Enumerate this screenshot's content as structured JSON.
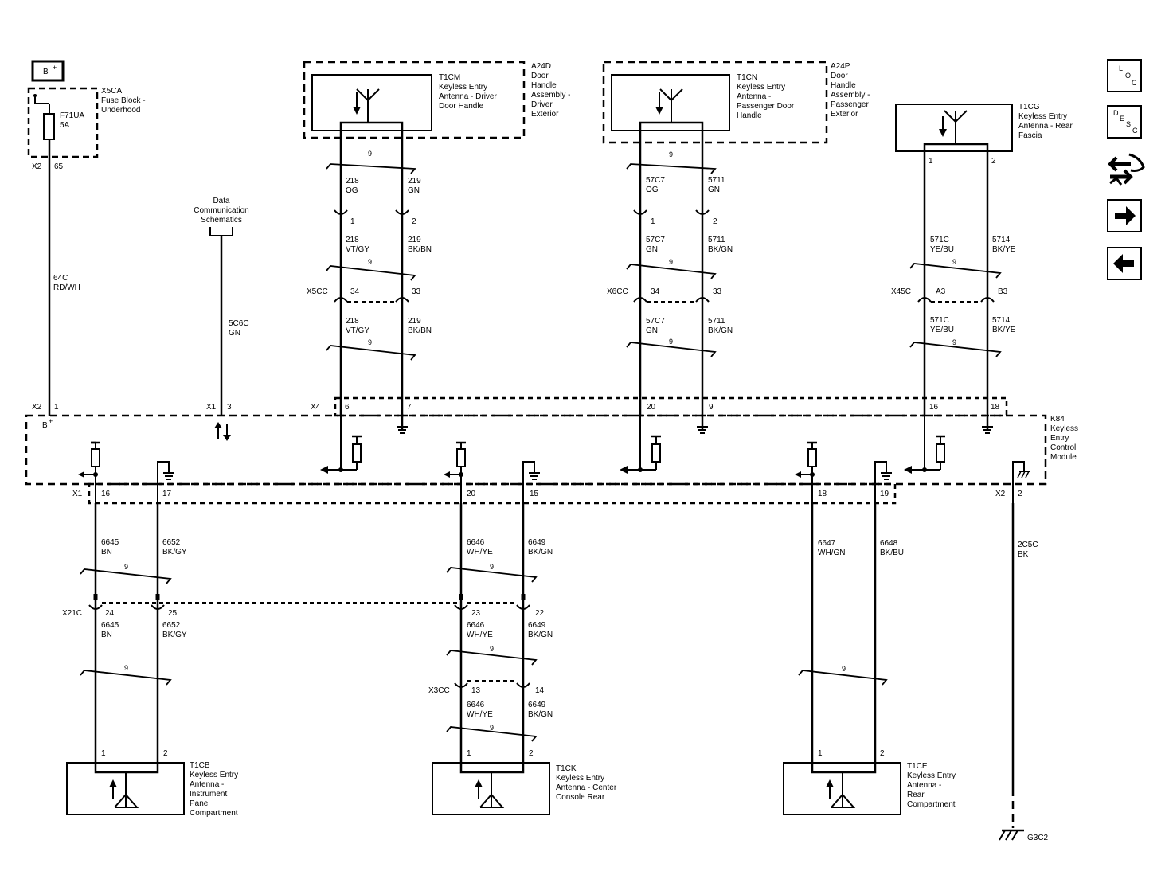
{
  "power": {
    "badge": "B",
    "badge_sup": "+"
  },
  "fuse_block": {
    "ref": "X5CA",
    "name": [
      "Fuse Block -",
      "Underhood"
    ],
    "fuse": [
      "F71UA",
      "5A"
    ],
    "conn": "X2",
    "pin": "65"
  },
  "power_circuit": {
    "circuit": "64C",
    "color": "RD/WH"
  },
  "data_comm": {
    "label": [
      "Data",
      "Communication",
      "Schematics"
    ],
    "circuit": "5C6C",
    "color": "GN"
  },
  "module": {
    "ref": "K84",
    "name": [
      "Keyless",
      "Entry",
      "Control",
      "Module"
    ],
    "top_pins": [
      {
        "conn": "X2",
        "pin": "1"
      },
      {
        "conn": "X1",
        "pin": "3"
      },
      {
        "conn": "X4",
        "pin": "6"
      },
      {
        "conn": "",
        "pin": "7"
      },
      {
        "conn": "",
        "pin": "20"
      },
      {
        "conn": "",
        "pin": "9"
      },
      {
        "conn": "",
        "pin": "16"
      },
      {
        "conn": "",
        "pin": "18"
      }
    ],
    "bottom_pins": [
      {
        "conn": "X1",
        "pin": "16"
      },
      {
        "conn": "",
        "pin": "17"
      },
      {
        "conn": "",
        "pin": "20"
      },
      {
        "conn": "",
        "pin": "15"
      },
      {
        "conn": "",
        "pin": "18"
      },
      {
        "conn": "",
        "pin": "19"
      },
      {
        "conn": "X2",
        "pin": "2"
      }
    ],
    "bplus": "B",
    "bplus_sup": "+"
  },
  "upper_antennas": [
    {
      "ref": "T1CM",
      "name": [
        "Keyless Entry",
        "Antenna - Driver",
        "Door Handle"
      ],
      "assembly_ref": "A24D",
      "assembly": [
        "Door",
        "Handle",
        "Assembly -",
        "Driver",
        "Exterior"
      ],
      "twist": "9",
      "wires_top": [
        {
          "circuit": "218",
          "color": "OG"
        },
        {
          "circuit": "219",
          "color": "GN"
        }
      ],
      "pins_top": [
        "1",
        "2"
      ],
      "wires_mid": [
        {
          "circuit": "218",
          "color": "VT/GY"
        },
        {
          "circuit": "219",
          "color": "BK/BN"
        }
      ],
      "inline_conn": "X5CC",
      "inline_pins": [
        "34",
        "33"
      ],
      "wires_low": [
        {
          "circuit": "218",
          "color": "VT/GY"
        },
        {
          "circuit": "219",
          "color": "BK/BN"
        }
      ]
    },
    {
      "ref": "T1CN",
      "name": [
        "Keyless Entry",
        "Antenna -",
        "Passenger Door",
        "Handle"
      ],
      "assembly_ref": "A24P",
      "assembly": [
        "Door",
        "Handle",
        "Assembly -",
        "Passenger",
        "Exterior"
      ],
      "twist": "9",
      "wires_top": [
        {
          "circuit": "57C7",
          "color": "OG"
        },
        {
          "circuit": "5711",
          "color": "GN"
        }
      ],
      "pins_top": [
        "1",
        "2"
      ],
      "wires_mid": [
        {
          "circuit": "57C7",
          "color": "GN"
        },
        {
          "circuit": "5711",
          "color": "BK/GN"
        }
      ],
      "inline_conn": "X6CC",
      "inline_pins": [
        "34",
        "33"
      ],
      "wires_low": [
        {
          "circuit": "57C7",
          "color": "GN"
        },
        {
          "circuit": "5711",
          "color": "BK/GN"
        }
      ]
    },
    {
      "ref": "T1CG",
      "name": [
        "Keyless Entry",
        "Antenna - Rear",
        "Fascia"
      ],
      "twist": "9",
      "pins_top": [
        "1",
        "2"
      ],
      "wires_mid": [
        {
          "circuit": "571C",
          "color": "YE/BU"
        },
        {
          "circuit": "5714",
          "color": "BK/YE"
        }
      ],
      "inline_conn": "X45C",
      "inline_pins": [
        "A3",
        "B3"
      ],
      "wires_low": [
        {
          "circuit": "571C",
          "color": "YE/BU"
        },
        {
          "circuit": "5714",
          "color": "BK/YE"
        }
      ]
    }
  ],
  "lower_antennas": [
    {
      "ref": "T1CB",
      "name": [
        "Keyless Entry",
        "Antenna -",
        "Instrument",
        "Panel",
        "Compartment"
      ],
      "twist": "9",
      "wires_top": [
        {
          "circuit": "6645",
          "color": "BN"
        },
        {
          "circuit": "6652",
          "color": "BK/GY"
        }
      ],
      "inline_conn": "X21C",
      "inline_pins": [
        "24",
        "25"
      ],
      "wires_mid": [
        {
          "circuit": "6645",
          "color": "BN"
        },
        {
          "circuit": "6652",
          "color": "BK/GY"
        }
      ],
      "pins": [
        "1",
        "2"
      ]
    },
    {
      "ref": "T1CK",
      "name": [
        "Keyless Entry",
        "Antenna - Center",
        "Console Rear"
      ],
      "twist": "9",
      "wires_top": [
        {
          "circuit": "6646",
          "color": "WH/YE"
        },
        {
          "circuit": "6649",
          "color": "BK/GN"
        }
      ],
      "inline_conn": "",
      "inline_pins": [
        "23",
        "22"
      ],
      "wires_mid": [
        {
          "circuit": "6646",
          "color": "WH/YE"
        },
        {
          "circuit": "6649",
          "color": "BK/GN"
        }
      ],
      "inline_conn2": "X3CC",
      "inline_pins2": [
        "13",
        "14"
      ],
      "wires_low": [
        {
          "circuit": "6646",
          "color": "WH/YE"
        },
        {
          "circuit": "6649",
          "color": "BK/GN"
        }
      ],
      "pins": [
        "1",
        "2"
      ]
    },
    {
      "ref": "T1CE",
      "name": [
        "Keyless Entry",
        "Antenna -",
        "Rear",
        "Compartment"
      ],
      "twist": "9",
      "wires_top": [
        {
          "circuit": "6647",
          "color": "WH/GN"
        },
        {
          "circuit": "6648",
          "color": "BK/BU"
        }
      ],
      "pins": [
        "1",
        "2"
      ]
    }
  ],
  "ground": {
    "circuit": "2C5C",
    "color": "BK",
    "ref": "G3C2"
  },
  "nav": {
    "loc": [
      "L",
      "O",
      "C"
    ],
    "desc": [
      "D",
      "E",
      "S",
      "C"
    ],
    "connector_icon": "connector-end-view-icon",
    "next_icon": "arrow-right-icon",
    "prev_icon": "arrow-left-icon"
  },
  "colors": {
    "ink": "#000000",
    "background": "#ffffff"
  }
}
